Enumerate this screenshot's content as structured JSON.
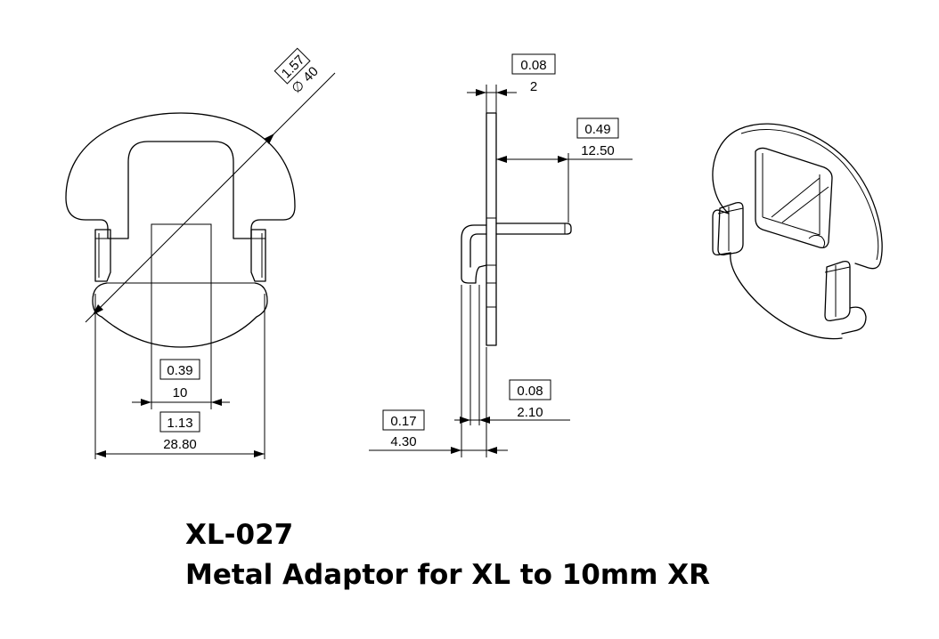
{
  "part_number": "XL-027",
  "description": "Metal Adaptor for XL to 10mm XR",
  "dimensions": {
    "diameter": {
      "inch": "1.57",
      "mm": "40",
      "symbol": "∅"
    },
    "slot_width": {
      "inch": "0.39",
      "mm": "10"
    },
    "overall_width": {
      "inch": "1.13",
      "mm": "28.80"
    },
    "plate_thickness": {
      "inch": "0.08",
      "mm": "2"
    },
    "tab_length": {
      "inch": "0.49",
      "mm": "12.50"
    },
    "clip_gap": {
      "inch": "0.08",
      "mm": "2.10"
    },
    "clip_depth": {
      "inch": "0.17",
      "mm": "4.30"
    }
  }
}
